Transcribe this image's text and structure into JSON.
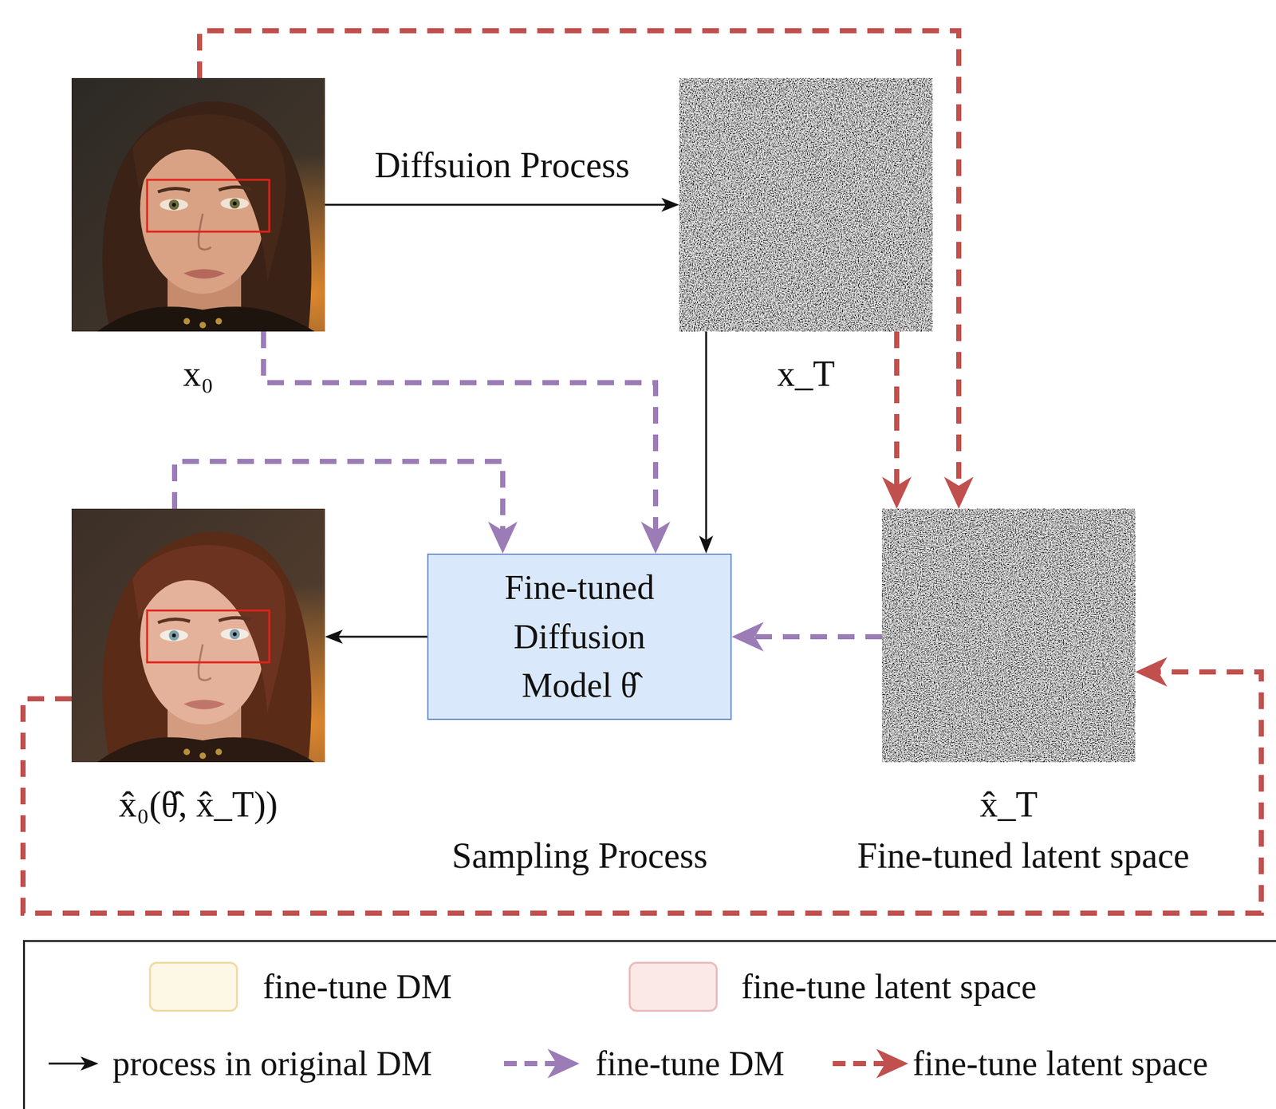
{
  "diagram": {
    "nodes": [
      {
        "text": [
          "x₀"
        ]
      },
      {
        "text": [
          "x_T"
        ]
      },
      {
        "text": [
          "x̂₀(θ̂, x̂_T))"
        ]
      },
      {
        "text": [
          "Sampling Process"
        ]
      },
      {
        "text": [
          "Fine-tuned Diffusion Model θ̂"
        ],
        "in": 3
      },
      {
        "text": [
          "Fine-tuned latent space"
        ]
      },
      {
        "text": [
          "x̂_T"
        ],
        "in": 5
      }
    ],
    "edges": [
      {
        "from": 0,
        "to": 1,
        "arrow": "to",
        "label": "Diffsuion Process"
      },
      {
        "from": 1,
        "to": 4,
        "arrow": "to"
      },
      {
        "from": 4,
        "to": 2,
        "arrow": "to"
      },
      {
        "from": 0,
        "to": 4,
        "arrow": "to"
      },
      {
        "from": 2,
        "to": 4,
        "arrow": "to"
      },
      {
        "from": 6,
        "to": 4,
        "arrow": "to"
      },
      {
        "from": 1,
        "to": 6,
        "arrow": "to"
      },
      {
        "from": 0,
        "to": 6,
        "arrow": "to"
      },
      {
        "from": 2,
        "to": 6,
        "arrow": "to"
      }
    ],
    "legend": [
      {
        "text": "fine-tune DM",
        "color": "#fdf7e6"
      },
      {
        "text": "fine-tune latent space",
        "color": "#fbe9e8"
      },
      {
        "text": "process in original DM"
      },
      {
        "text": "fine-tune DM"
      },
      {
        "text": "fine-tune latent space"
      }
    ]
  }
}
